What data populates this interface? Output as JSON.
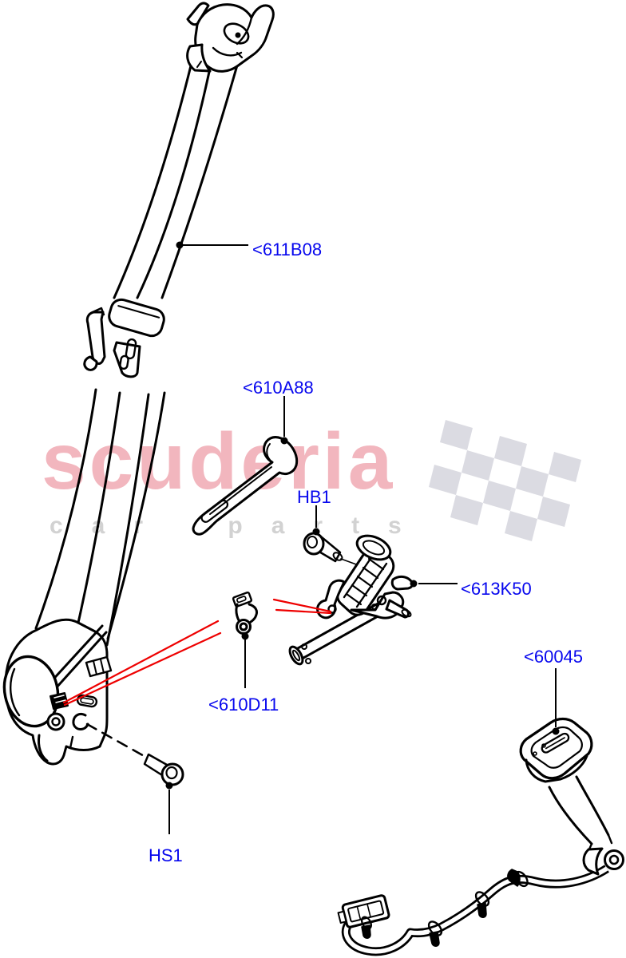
{
  "watermark": {
    "brand": "scuderia",
    "subtitle": "car parts"
  },
  "labels": [
    {
      "id": "611B08",
      "text": "<611B08",
      "part": "seat-belt-and-retractor"
    },
    {
      "id": "610A88",
      "text": "<610A88",
      "part": "belt-guide-trim"
    },
    {
      "id": "HB1",
      "text": "HB1",
      "part": "bolt"
    },
    {
      "id": "613K50",
      "text": "<613K50",
      "part": "pretensioner"
    },
    {
      "id": "610D11",
      "text": "<610D11",
      "part": "anchor-bracket"
    },
    {
      "id": "60045",
      "text": "<60045",
      "part": "buckle-and-cable"
    },
    {
      "id": "HS1",
      "text": "HS1",
      "part": "shoulder-screw"
    }
  ],
  "colors": {
    "label_blue": "#0707ee",
    "callout_red": "#ee0000",
    "line_black": "#000000",
    "watermark_pink": "#f2b6be",
    "watermark_gray": "#d2d2d2",
    "flag_gray": "#dbdbe2",
    "background": "#ffffff"
  }
}
